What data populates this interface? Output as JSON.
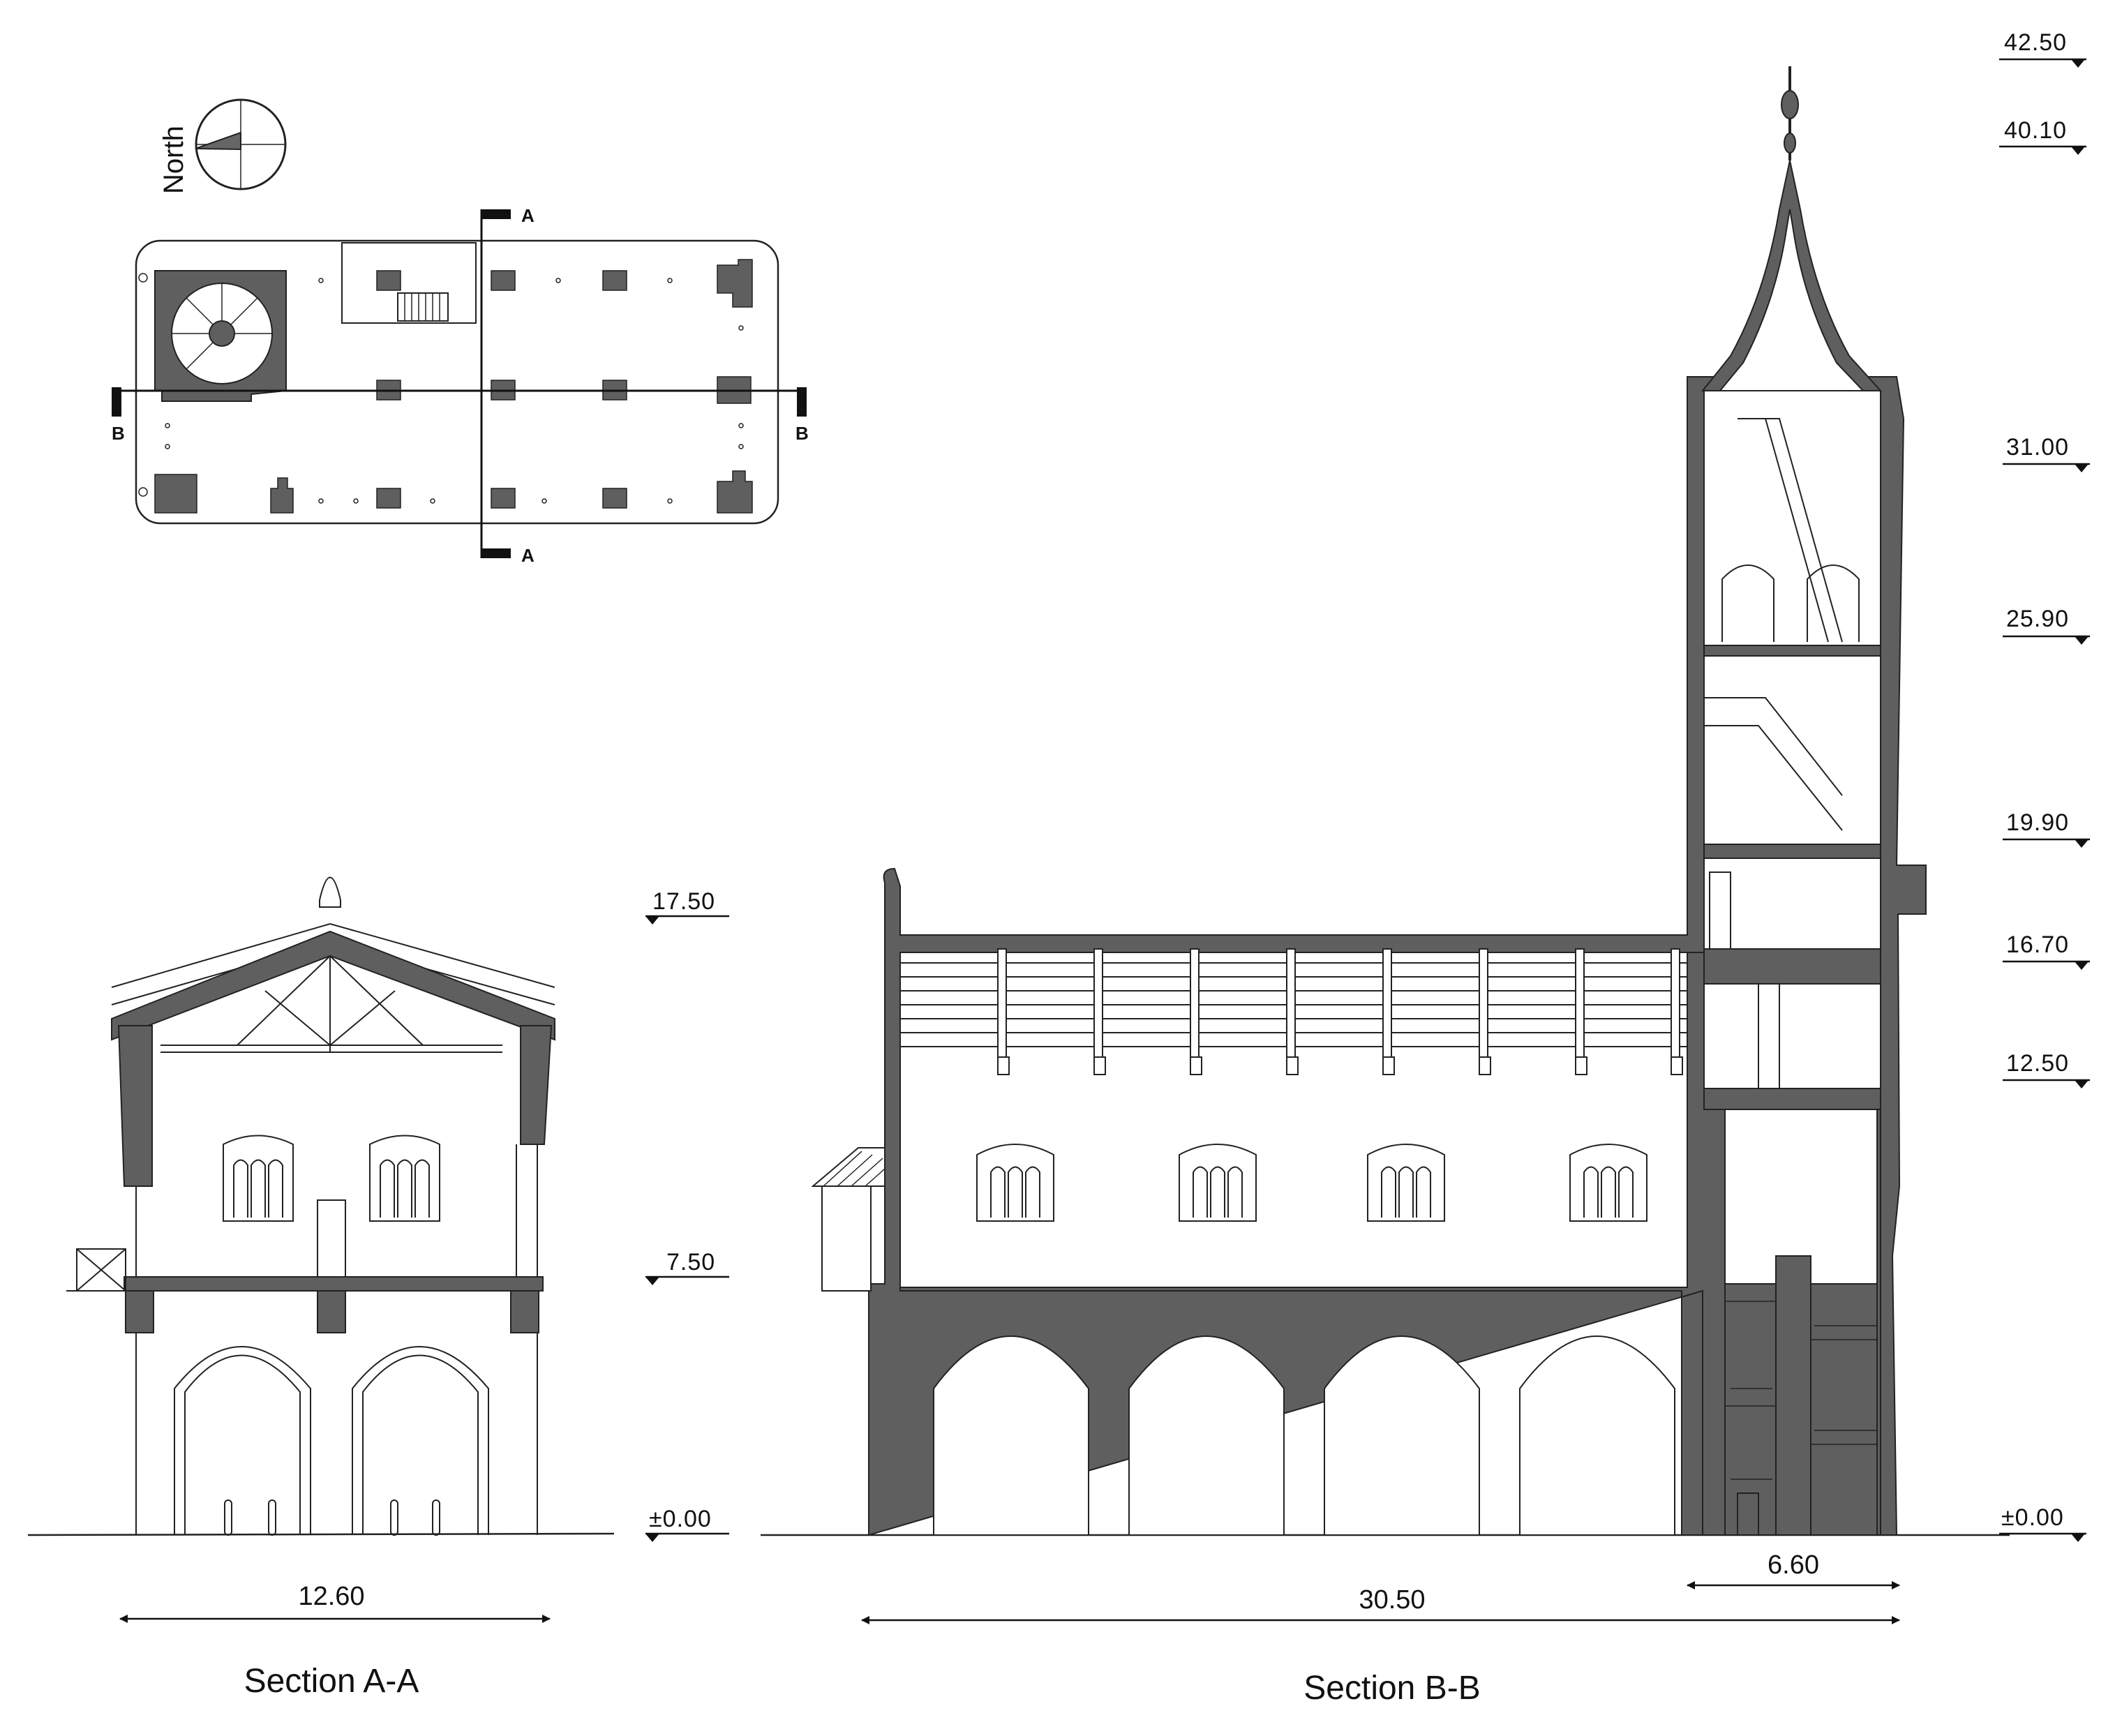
{
  "north_label": "North",
  "plan": {
    "section_mark_a": "A",
    "section_mark_b": "B"
  },
  "section_a": {
    "caption": "Section A-A",
    "levels": [
      "17.50",
      "7.50",
      "±0.00"
    ],
    "width_dimension": "12.60"
  },
  "section_b": {
    "caption": "Section B-B",
    "levels": [
      "42.50",
      "40.10",
      "31.00",
      "25.90",
      "19.90",
      "16.70",
      "12.50",
      "±0.00"
    ],
    "total_dimension": "30.50",
    "tower_dimension": "6.60"
  },
  "colors": {
    "cut_fill": "#5f5f5f",
    "line": "#222222",
    "background": "#ffffff"
  }
}
